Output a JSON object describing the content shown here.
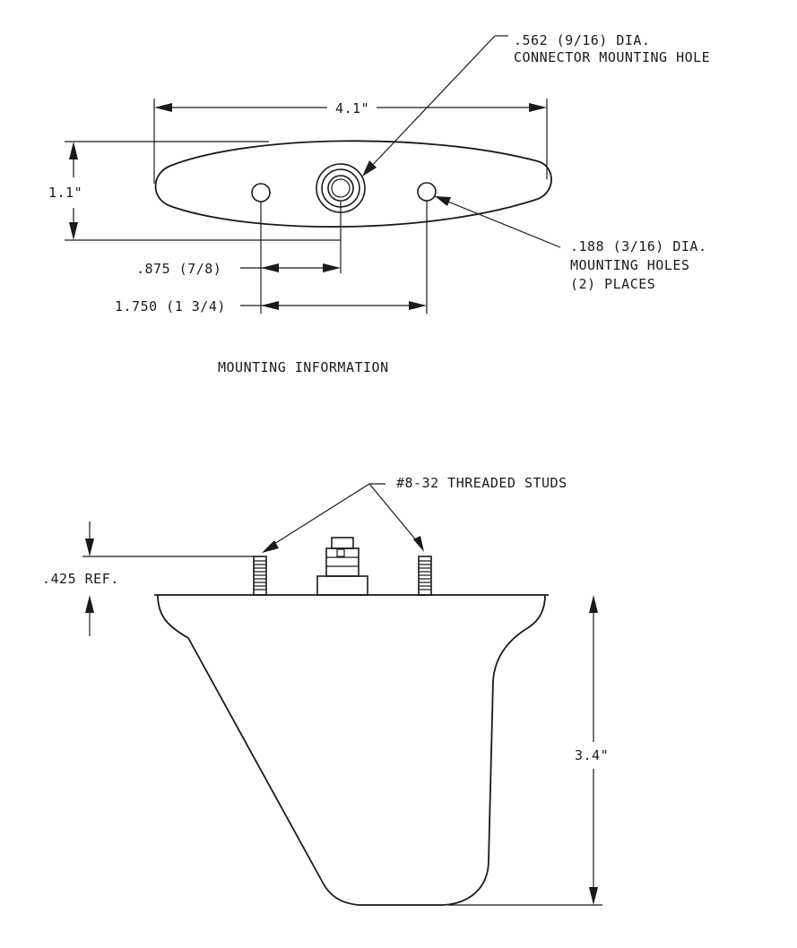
{
  "top_view": {
    "width_dim": "4.1\"",
    "height_dim": "1.1\"",
    "connector_note": [
      ".562 (9/16) DIA.",
      "CONNECTOR MOUNTING HOLE"
    ],
    "mounting_holes_note": [
      ".188 (3/16) DIA.",
      "MOUNTING HOLES",
      "(2) PLACES"
    ],
    "offset_dim_1": ".875 (7/8)",
    "offset_dim_2": "1.750 (1 3/4)",
    "caption": "MOUNTING INFORMATION"
  },
  "side_view": {
    "studs_note": "#8-32 THREADED STUDS",
    "stud_height_dim": ".425 REF.",
    "height_dim": "3.4\""
  }
}
